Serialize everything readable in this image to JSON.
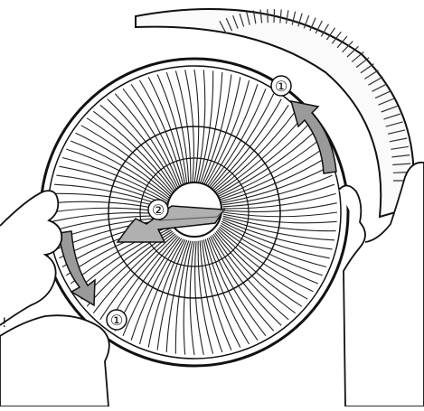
{
  "diagram": {
    "step_markers": [
      {
        "id": "step-1-top",
        "label": "①"
      },
      {
        "id": "step-2-center",
        "label": "②"
      },
      {
        "id": "step-1-bottom",
        "label": "①"
      }
    ],
    "edge_mark": "!",
    "icons": [
      "fan-grille",
      "rotate-arrow-icon",
      "pull-arrow-icon",
      "hand-illustration"
    ]
  }
}
